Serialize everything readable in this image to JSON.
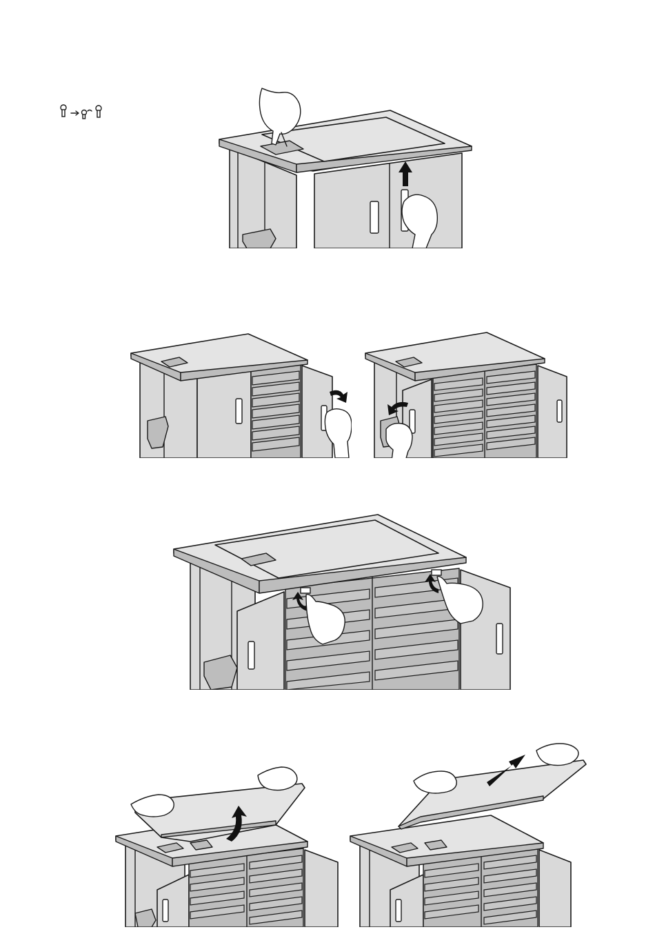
{
  "figure": {
    "steps": [
      {
        "id": "step-1",
        "panels": 1
      },
      {
        "id": "step-2",
        "panels": 2
      },
      {
        "id": "step-3",
        "panels": 1
      },
      {
        "id": "step-4",
        "panels": 2
      }
    ],
    "icons": [
      "key-icon",
      "arrow-icon",
      "key-turn-icon",
      "key-icon"
    ],
    "colors": {
      "cabinet": "#d9d9d9",
      "lid": "#e4e4e4",
      "shelf": "#c7c7c7",
      "outline": "#1a1a1a",
      "arrow": "#111111"
    }
  }
}
